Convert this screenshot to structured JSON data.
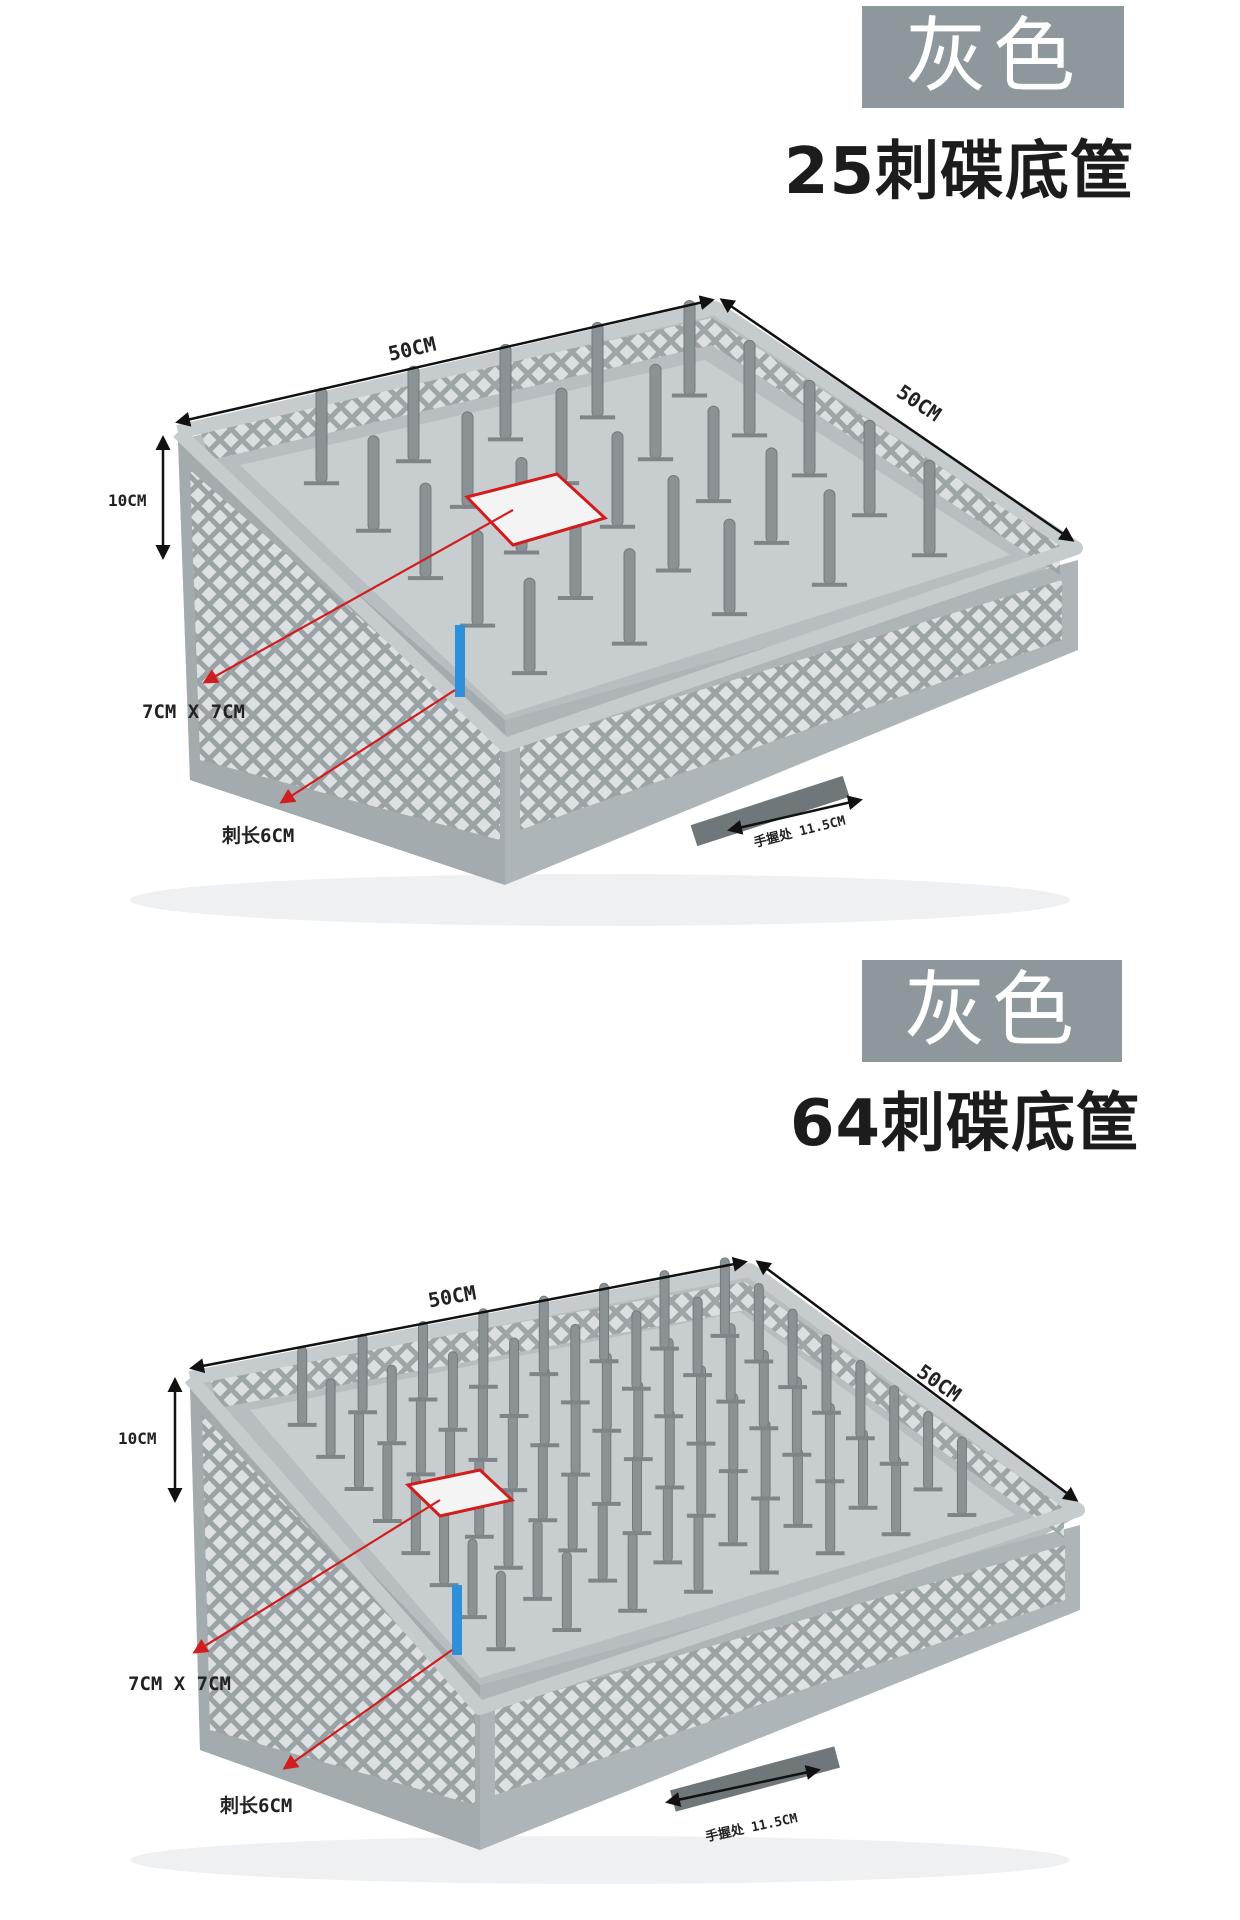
{
  "products": [
    {
      "color_tag": "灰色",
      "title": "25刺碟底筐",
      "dimensions": {
        "length": "50CM",
        "width": "50CM",
        "height": "10CM",
        "compartment": "7CM X 7CM",
        "spike_length": "刺长6CM",
        "handle": "手握处 11.5CM"
      },
      "pins_per_side": 5
    },
    {
      "color_tag": "灰色",
      "title": "64刺碟底筐",
      "dimensions": {
        "length": "50CM",
        "width": "50CM",
        "height": "10CM",
        "compartment": "7CM X 7CM",
        "spike_length": "刺长6CM",
        "handle": "手握处 11.5CM"
      },
      "pins_per_side": 8
    }
  ],
  "colors": {
    "tag_bg": "#8d979c",
    "basket_gray": "#a9b0b4",
    "pin_gray": "#8b9296",
    "callout_red": "#d11d1d",
    "spike_blue": "#2f8fd8"
  }
}
